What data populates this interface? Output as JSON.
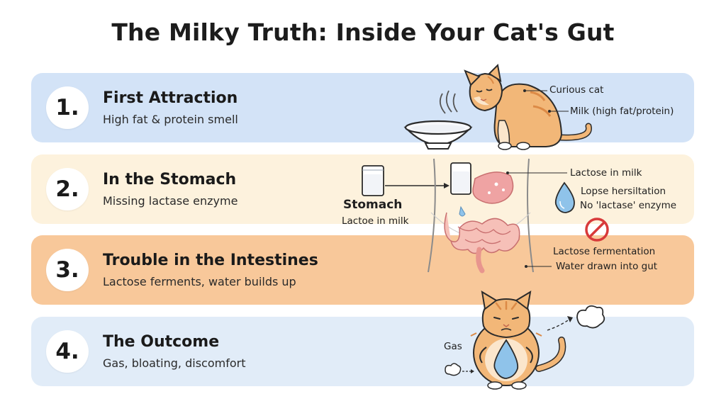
{
  "title": "The Milky Truth: Inside Your Cat's Gut",
  "steps": [
    {
      "number": "1.",
      "title": "First Attraction",
      "subtitle": "High fat & protein smell",
      "color": "#d3e3f7"
    },
    {
      "number": "2.",
      "title": "In the Stomach",
      "subtitle": "Missing lactase enzyme",
      "color": "#fdf2dd"
    },
    {
      "number": "3.",
      "title": "Trouble in the Intestines",
      "subtitle": "Lactose ferments, water builds up",
      "color": "#f8c89a"
    },
    {
      "number": "4.",
      "title": "The Outcome",
      "subtitle": "Gas, bloating, discomfort",
      "color": "#e1ecf8"
    }
  ],
  "annotations": {
    "curious_cat": "Curious cat",
    "milk": "Milk (high fat/protein)",
    "lactose_in_milk_top": "Lactose in milk",
    "stomach": "Stomach",
    "lactoe_in_milk": "Lactoe in milk",
    "lopse": "Lopse hersiltation",
    "no_lactase": "No 'lactase' enzyme",
    "fermentation": "Lactose fermentation",
    "water": "Water drawn into gut",
    "gas": "Gas"
  },
  "colors": {
    "cat_orange": "#f2b778",
    "cat_stripe": "#dc8a46",
    "gut_pink": "#efa3a3",
    "prohibit_red": "#d83a3a",
    "water_blue": "#8fc3ea"
  }
}
